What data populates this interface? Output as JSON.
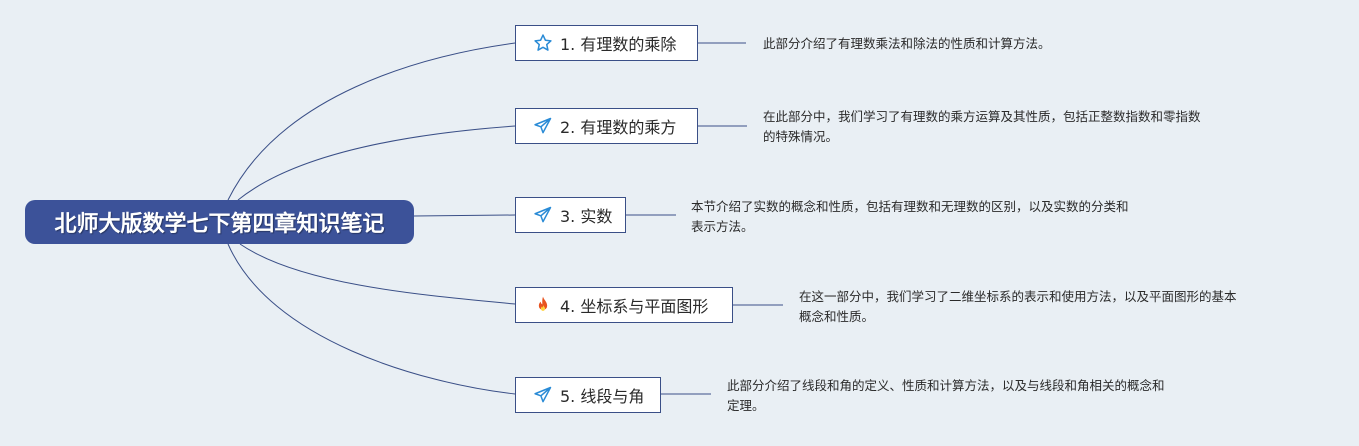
{
  "root": {
    "title": "北师大版数学七下第四章知识笔记"
  },
  "branches": [
    {
      "label": "1. 有理数的乘除",
      "icon": "star-icon",
      "icon_color": "#2a8bd6",
      "description": "此部分介绍了有理数乘法和除法的性质和计算方法。"
    },
    {
      "label": "2. 有理数的乘方",
      "icon": "paper-plane-icon",
      "icon_color": "#2a8bd6",
      "description": "在此部分中，我们学习了有理数的乘方运算及其性质，包括正整数指数和零指数\n的特殊情况。"
    },
    {
      "label": "3. 实数",
      "icon": "paper-plane-icon",
      "icon_color": "#2a8bd6",
      "description": "本节介绍了实数的概念和性质，包括有理数和无理数的区别，以及实数的分类和\n表示方法。"
    },
    {
      "label": "4. 坐标系与平面图形",
      "icon": "fire-icon",
      "icon_color": "#e8531f",
      "description": "在这一部分中，我们学习了二维坐标系的表示和使用方法，以及平面图形的基本\n概念和性质。"
    },
    {
      "label": "5. 线段与角",
      "icon": "paper-plane-icon",
      "icon_color": "#2a8bd6",
      "description": "此部分介绍了线段和角的定义、性质和计算方法，以及与线段和角相关的概念和\n定理。"
    }
  ],
  "colors": {
    "background": "#e9eff4",
    "root": "#3c5299",
    "connector": "#3a4f87"
  }
}
